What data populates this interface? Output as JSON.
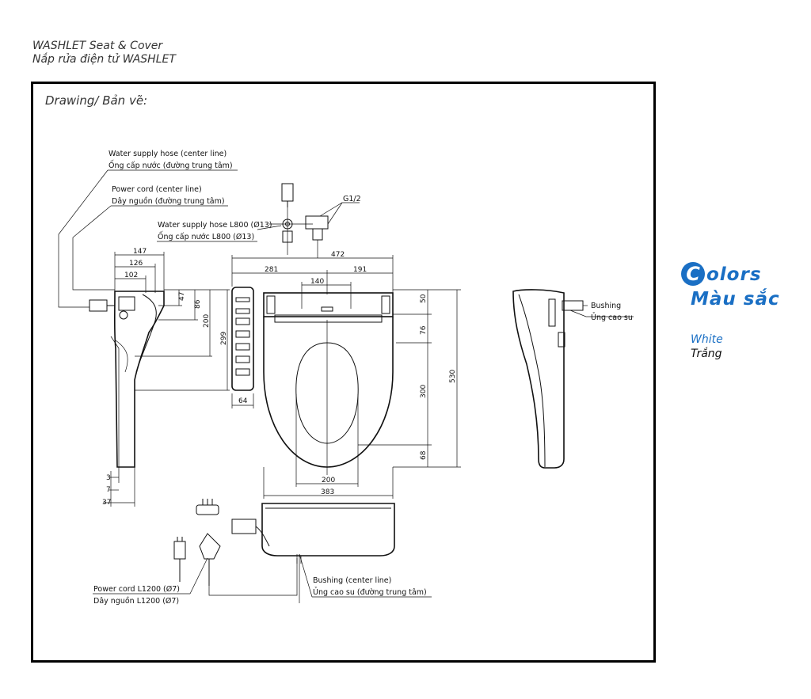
{
  "header": {
    "title_en": "WASHLET Seat & Cover",
    "title_vi": "Nắp rửa điện tử WASHLET"
  },
  "drawing": {
    "label": "Drawing/ Bản vẽ:",
    "callouts": {
      "water_hose_center_en": "Water supply hose (center line)",
      "water_hose_center_vi": "Ống cấp nước (đường trung tâm)",
      "power_cord_center_en": "Power cord (center line)",
      "power_cord_center_vi": "Dây nguồn (đường trung tâm)",
      "water_hose_l800_en": "Water supply hose L800 (Ø13)",
      "water_hose_l800_vi": "Ống cấp nước L800 (Ø13)",
      "thread": "G1/2",
      "bushing_en": "Bushing",
      "bushing_vi": "Ủng cao su",
      "bushing_center_en": "Bushing (center line)",
      "bushing_center_vi": "Ủng cao su (đường trung tâm)",
      "power_cord_l1200_en": "Power cord L1200 (Ø7)",
      "power_cord_l1200_vi": "Dây nguồn L1200 (Ø7)"
    },
    "dimensions": {
      "d147": "147",
      "d126": "126",
      "d102": "102",
      "d47": "47",
      "d86": "86",
      "d200v": "200",
      "d299": "299",
      "d64": "64",
      "d281": "281",
      "d472": "472",
      "d140": "140",
      "d191": "191",
      "d50": "50",
      "d76": "76",
      "d300": "300",
      "d530": "530",
      "d68": "68",
      "d200h": "200",
      "d383": "383",
      "d3": "3",
      "d7": "7",
      "d37": "37"
    }
  },
  "colors": {
    "title_initial": "C",
    "title_rest": "olors",
    "title_vi": "Màu sắc",
    "option_en": "White",
    "option_vi": "Trắng",
    "accent": "#1a6fc4"
  }
}
